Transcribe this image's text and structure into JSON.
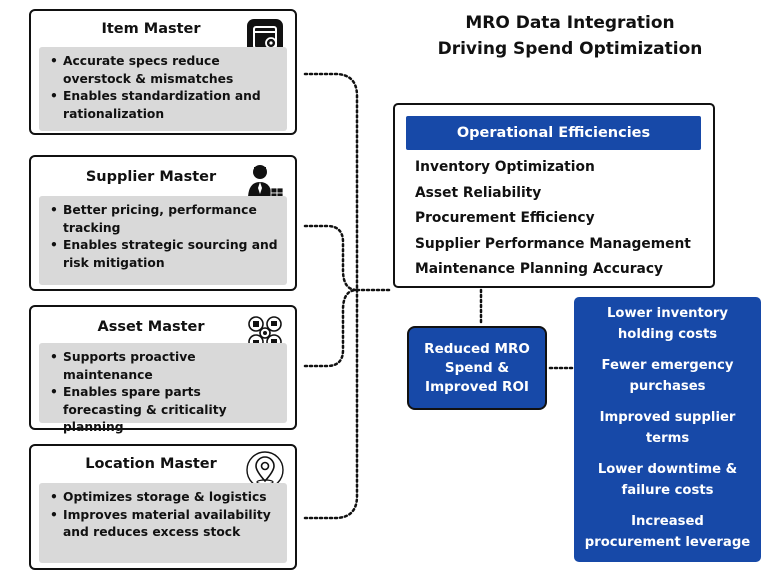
{
  "title": {
    "line1": "MRO Data Integration",
    "line2": "Driving Spend Optimization"
  },
  "cards": [
    {
      "name": "Item Master",
      "icon": "calendar-gear-icon",
      "bullets": [
        "Accurate specs reduce overstock & mismatches",
        "Enables standardization and rationalization"
      ]
    },
    {
      "name": "Supplier Master",
      "icon": "supplier-person-icon",
      "bullets": [
        "Better pricing, performance tracking",
        "Enables strategic sourcing and risk mitigation"
      ]
    },
    {
      "name": "Asset Master",
      "icon": "asset-network-icon",
      "bullets": [
        "Supports proactive maintenance",
        "Enables spare parts forecasting & criticality planning"
      ]
    },
    {
      "name": "Location Master",
      "icon": "location-pin-icon",
      "bullets": [
        "Optimizes storage & logistics",
        "Improves material availability and reduces excess stock"
      ]
    }
  ],
  "operations": {
    "header": "Operational Efficiencies",
    "items": [
      "Inventory Optimization",
      "Asset Reliability",
      "Procurement Efficiency",
      "Supplier Performance Management",
      "Maintenance Planning Accuracy"
    ]
  },
  "roi": {
    "line1": "Reduced MRO",
    "line2": "Spend &",
    "line3": "Improved ROI"
  },
  "benefits": [
    [
      "Lower inventory",
      "holding costs"
    ],
    [
      "Fewer emergency",
      "purchases"
    ],
    [
      "Improved supplier",
      "terms"
    ],
    [
      "Lower downtime &",
      "failure costs"
    ],
    [
      "Increased",
      "procurement leverage"
    ]
  ],
  "colors": {
    "accent_blue": "#1749a8",
    "panel_gray": "#d9d9d9",
    "border": "#111111"
  }
}
